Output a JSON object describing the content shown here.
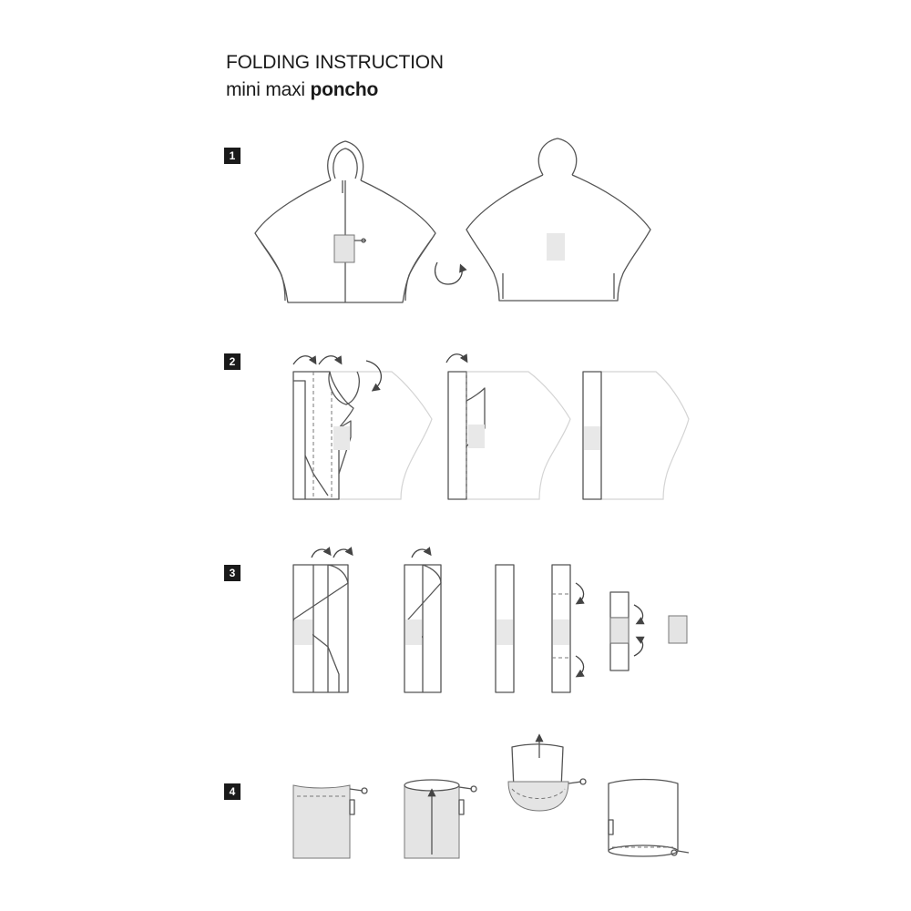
{
  "header": {
    "title": "FOLDING INSTRUCTION",
    "subtitle_regular": "mini maxi",
    "subtitle_bold": "poncho"
  },
  "steps": [
    {
      "number": "1"
    },
    {
      "number": "2"
    },
    {
      "number": "3"
    },
    {
      "number": "4"
    }
  ]
}
